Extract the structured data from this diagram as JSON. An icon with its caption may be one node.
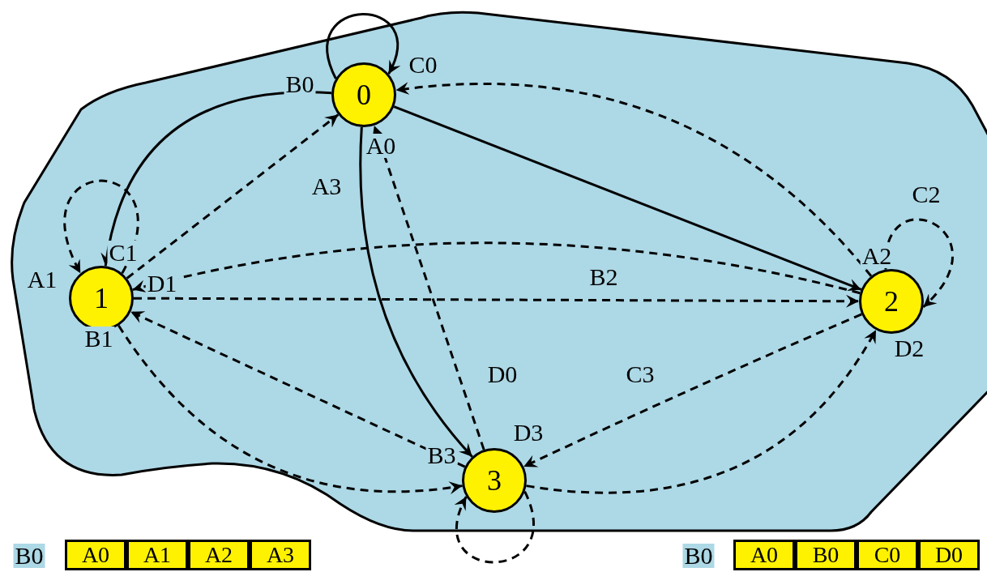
{
  "diagram": {
    "nodes": [
      {
        "text": [],
        "shape": "blob"
      },
      {
        "text": [
          "0"
        ],
        "in": 0
      },
      {
        "text": [
          "1"
        ],
        "in": 0
      },
      {
        "text": [
          "2"
        ],
        "in": 0
      },
      {
        "text": [
          "3"
        ],
        "in": 0
      }
    ],
    "edges": [
      {
        "from": 1,
        "to": 1,
        "arrow": "to"
      },
      {
        "from": 1,
        "to": 2,
        "arrow": "to"
      },
      {
        "from": 1,
        "to": 3,
        "arrow": "to"
      },
      {
        "from": 1,
        "to": 4,
        "arrow": "to"
      },
      {
        "from": 2,
        "to": 1,
        "arrow": "to",
        "style": "dashed"
      },
      {
        "from": 2,
        "to": 2,
        "arrow": "to",
        "style": "dashed"
      },
      {
        "from": 2,
        "to": 3,
        "arrow": "to",
        "style": "dashed"
      },
      {
        "from": 2,
        "to": 4,
        "arrow": "to",
        "style": "dashed"
      },
      {
        "from": 3,
        "to": 1,
        "arrow": "to",
        "style": "dashed"
      },
      {
        "from": 3,
        "to": 2,
        "arrow": "to",
        "style": "dashed"
      },
      {
        "from": 3,
        "to": 3,
        "arrow": "to",
        "style": "dashed"
      },
      {
        "from": 3,
        "to": 4,
        "arrow": "to",
        "style": "dashed"
      },
      {
        "from": 4,
        "to": 1,
        "arrow": "to",
        "style": "dashed"
      },
      {
        "from": 4,
        "to": 2,
        "arrow": "to",
        "style": "dashed"
      },
      {
        "from": 4,
        "to": 3,
        "arrow": "to",
        "style": "dashed"
      },
      {
        "from": 4,
        "to": 4,
        "arrow": "to",
        "style": "dashed"
      }
    ],
    "labels": [
      "C0",
      "B0",
      "A0",
      "A3",
      "C2",
      "A1",
      "C1",
      "D1",
      "A2",
      "B2",
      "B1",
      "D2",
      "D0",
      "C3",
      "B3",
      "D3",
      "B0",
      "A0",
      "A1",
      "A2",
      "A3",
      "B0",
      "A0",
      "B0",
      "C0",
      "D0"
    ]
  }
}
